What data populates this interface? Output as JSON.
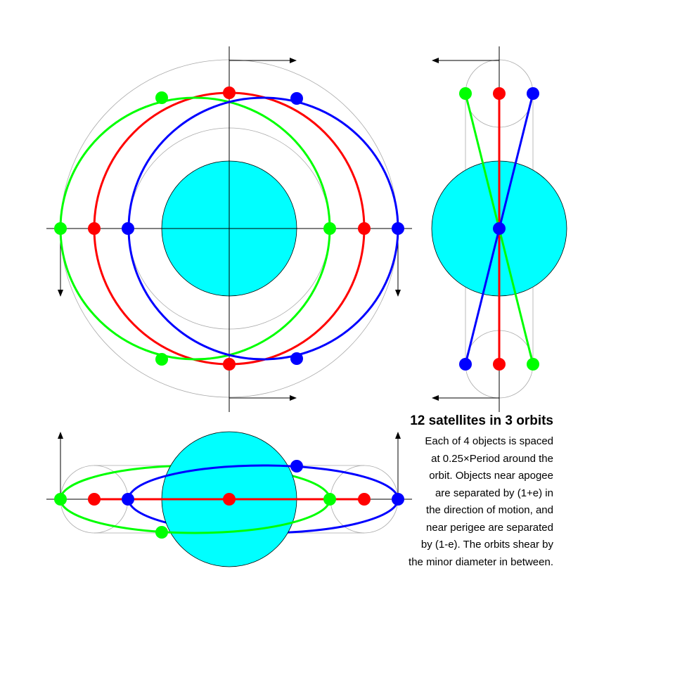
{
  "title": "12 satellites in 3 orbits",
  "description_lines": [
    "Each of 4 objects is spaced",
    "at 0.25×Period around the",
    "orbit. Objects near apogee",
    "are separated by (1+e) in",
    "the direction of motion, and",
    "near perigee are separated",
    "by (1-e).  The orbits shear by",
    "the minor diameter in between."
  ],
  "colors": {
    "earth": "#00ffff",
    "orbit_1": "#ff0000",
    "orbit_2": "#00ff00",
    "orbit_3": "#0000ff",
    "guide": "#aaaaaa"
  }
}
